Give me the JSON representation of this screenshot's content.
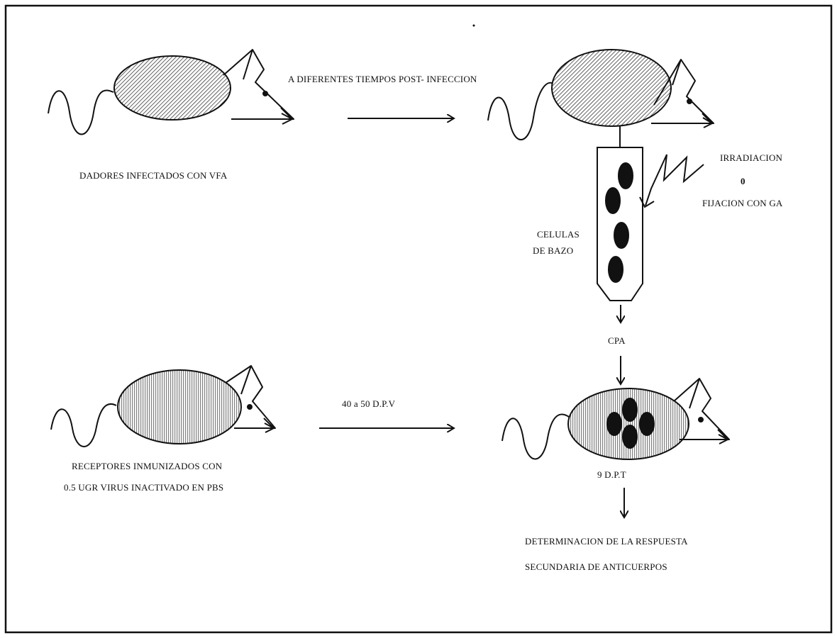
{
  "labels": {
    "donors": "DADORES  INFECTADOS CON VFA",
    "times": "A DIFERENTES TIEMPOS POST- INFECCION",
    "irradiation": "IRRADIACION",
    "or": "0",
    "fixation": "FIJACION CON GA",
    "cells_line1": "CELULAS",
    "cells_line2": "DE BAZO",
    "cpa": "CPA",
    "days_pv": "40 a 50 D.P.V",
    "receptors_line1": "RECEPTORES INMUNIZADOS CON",
    "receptors_line2": "0.5 UGR VIRUS INACTIVADO EN PBS",
    "days_pt": "9 D.P.T",
    "determination_line1": "DETERMINACION DE LA RESPUESTA",
    "determination_line2": "SECUNDARIA DE ANTICUERPOS"
  }
}
